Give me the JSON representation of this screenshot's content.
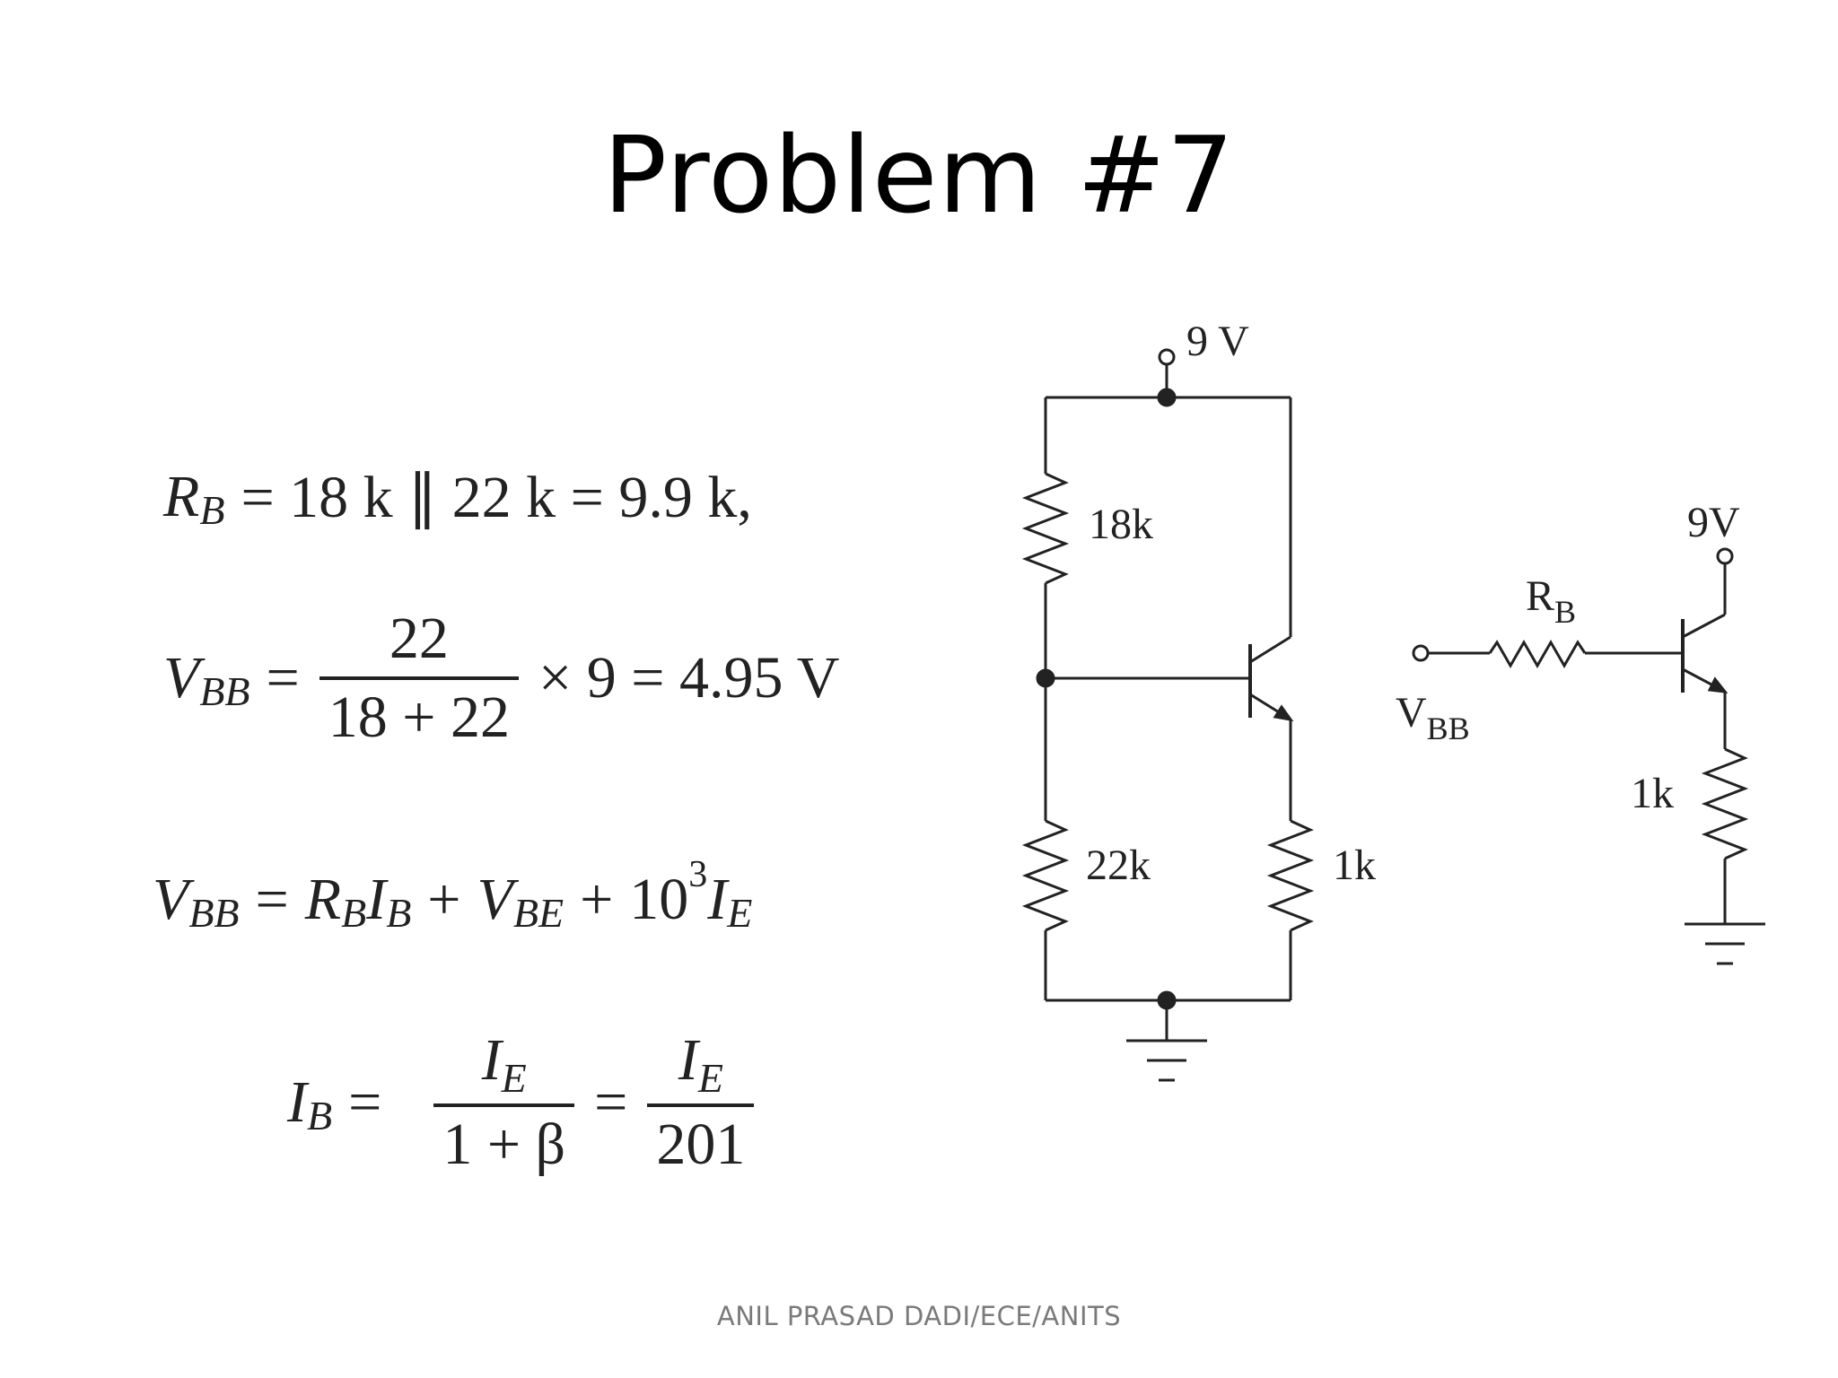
{
  "slide": {
    "title": "Problem #7",
    "footer": "ANIL PRASAD DADI/ECE/ANITS"
  },
  "equations": {
    "eq1": {
      "lhs_var": "R",
      "lhs_sub": "B",
      "rhs": "= 18 k ∥ 22 k = 9.9 k,"
    },
    "eq2": {
      "lhs_var": "V",
      "lhs_sub": "BB",
      "eq_sign": "=",
      "numerator": "22",
      "denominator": "18 + 22",
      "rhs": "× 9 = 4.95 V"
    },
    "eq3": {
      "lhs_var": "V",
      "lhs_sub": "BB",
      "eq_sign": "=",
      "t1_var": "R",
      "t1_sub": "B",
      "t2_var": "I",
      "t2_sub": "B",
      "plus1": "+",
      "t3_var": "V",
      "t3_sub": "BE",
      "plus2": "+",
      "t4_base": "10",
      "t4_exp": "3",
      "t5_var": "I",
      "t5_sub": "E"
    },
    "eq4": {
      "lhs_var": "I",
      "lhs_sub": "B",
      "eq_sign": "=",
      "frac1_num_var": "I",
      "frac1_num_sub": "E",
      "frac1_den": "1 + β",
      "eq_sign2": "=",
      "frac2_num_var": "I",
      "frac2_num_sub": "E",
      "frac2_den": "201"
    }
  },
  "circuit_left": {
    "supply_label": "9 V",
    "r_top_label": "18k",
    "r_bottom_label": "22k",
    "r_emitter_label": "1k"
  },
  "circuit_right": {
    "supply_label": "9V",
    "rb_label_main": "R",
    "rb_label_sub": "B",
    "vbb_label_main": "V",
    "vbb_label_sub": "BB",
    "r_emitter_label": "1k"
  }
}
